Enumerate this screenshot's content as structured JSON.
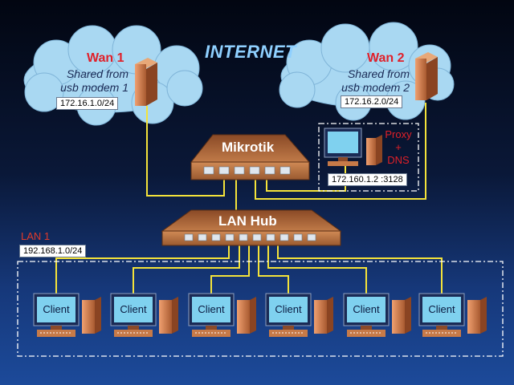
{
  "title": "INTERNET",
  "wan1": {
    "name": "Wan 1",
    "line1": "Shared from",
    "line2": "usb modem 1",
    "subnet": "172.16.1.0/24"
  },
  "wan2": {
    "name": "Wan 2",
    "line1": "Shared from",
    "line2": "usb modem 2",
    "subnet": "172.16.2.0/24"
  },
  "router": {
    "name": "Mikrotik"
  },
  "proxy": {
    "line1": "Proxy",
    "line2": "+",
    "line3": "DNS",
    "address": "172.160.1.2 :3128"
  },
  "hub": {
    "name": "LAN Hub"
  },
  "lan": {
    "name": "LAN 1",
    "subnet": "192.168.1.0/24"
  },
  "clients": [
    "Client",
    "Client",
    "Client",
    "Client",
    "Client",
    "Client"
  ],
  "colors": {
    "cable": "#f4e33a",
    "device": "#b0683a",
    "port": "#dfe6ee",
    "screen": "#7fd1ef",
    "cloud": "#a9d8f2",
    "wan_label": "#e0202a"
  }
}
